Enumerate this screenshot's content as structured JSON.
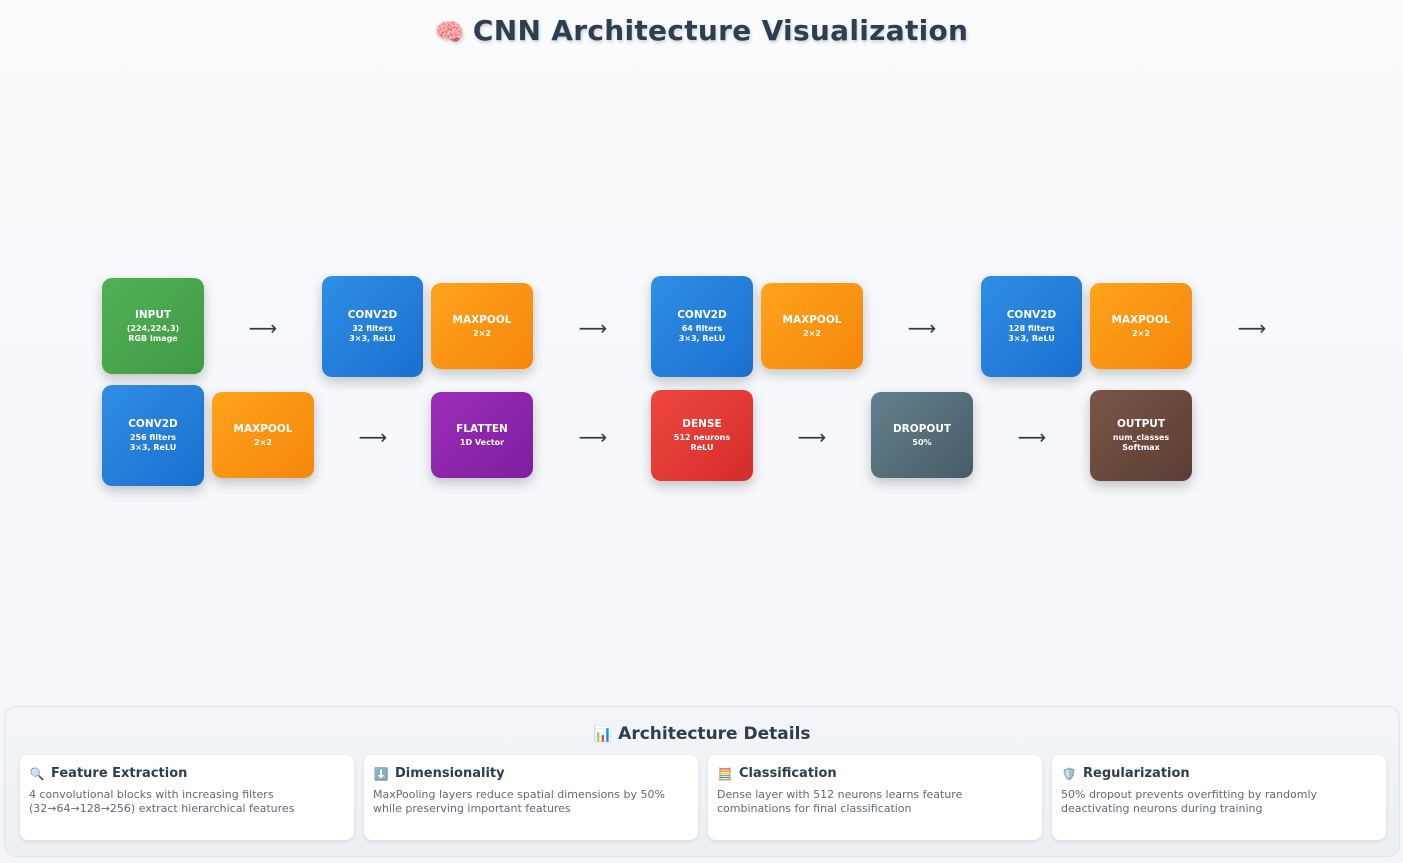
{
  "header": {
    "icon": "brain-icon",
    "title_icon": "🧠",
    "title": "CNN Architecture Visualization"
  },
  "diagram": {
    "arrow_glyph": "⟶",
    "nodes": [
      {
        "id": "input",
        "name": "INPUT",
        "lines": [
          "(224,224,3)",
          "RGB Image"
        ],
        "color": "#4caf50"
      },
      {
        "id": "conv1",
        "name": "CONV2D",
        "lines": [
          "32 filters",
          "3×3, ReLU"
        ],
        "color": "#2196f3"
      },
      {
        "id": "pool1",
        "name": "MAXPOOL",
        "lines": [
          "2×2"
        ],
        "color": "#ff9800"
      },
      {
        "id": "conv2",
        "name": "CONV2D",
        "lines": [
          "64 filters",
          "3×3, ReLU"
        ],
        "color": "#2196f3"
      },
      {
        "id": "pool2",
        "name": "MAXPOOL",
        "lines": [
          "2×2"
        ],
        "color": "#ff9800"
      },
      {
        "id": "conv3",
        "name": "CONV2D",
        "lines": [
          "128 filters",
          "3×3, ReLU"
        ],
        "color": "#2196f3"
      },
      {
        "id": "pool3",
        "name": "MAXPOOL",
        "lines": [
          "2×2"
        ],
        "color": "#ff9800"
      },
      {
        "id": "conv4",
        "name": "CONV2D",
        "lines": [
          "256 filters",
          "3×3, ReLU"
        ],
        "color": "#2196f3"
      },
      {
        "id": "pool4",
        "name": "MAXPOOL",
        "lines": [
          "2×2"
        ],
        "color": "#ff9800"
      },
      {
        "id": "flatten",
        "name": "FLATTEN",
        "lines": [
          "1D Vector"
        ],
        "color": "#9c27b0"
      },
      {
        "id": "dense",
        "name": "DENSE",
        "lines": [
          "512 neurons",
          "ReLU"
        ],
        "color": "#f44336"
      },
      {
        "id": "dropout",
        "name": "DROPOUT",
        "lines": [
          "50%"
        ],
        "color": "#607d8b"
      },
      {
        "id": "output",
        "name": "OUTPUT",
        "lines": [
          "num_classes",
          "Softmax"
        ],
        "color": "#795548"
      }
    ]
  },
  "details": {
    "icon": "bar-chart-icon",
    "title_icon": "📊",
    "title": "Architecture Details",
    "cards": [
      {
        "icon": "magnifier-icon",
        "glyph": "🔍",
        "title": "Feature Extraction",
        "text": "4 convolutional blocks with increasing filters (32→64→128→256) extract hierarchical features"
      },
      {
        "icon": "down-arrow-icon",
        "glyph": "⬇️",
        "title": "Dimensionality",
        "text": "MaxPooling layers reduce spatial dimensions by 50% while preserving important features"
      },
      {
        "icon": "abacus-icon",
        "glyph": "🧮",
        "title": "Classification",
        "text": "Dense layer with 512 neurons learns feature combinations for final classification"
      },
      {
        "icon": "shield-icon",
        "glyph": "🛡️",
        "title": "Regularization",
        "text": "50% dropout prevents overfitting by randomly deactivating neurons during training"
      }
    ]
  }
}
